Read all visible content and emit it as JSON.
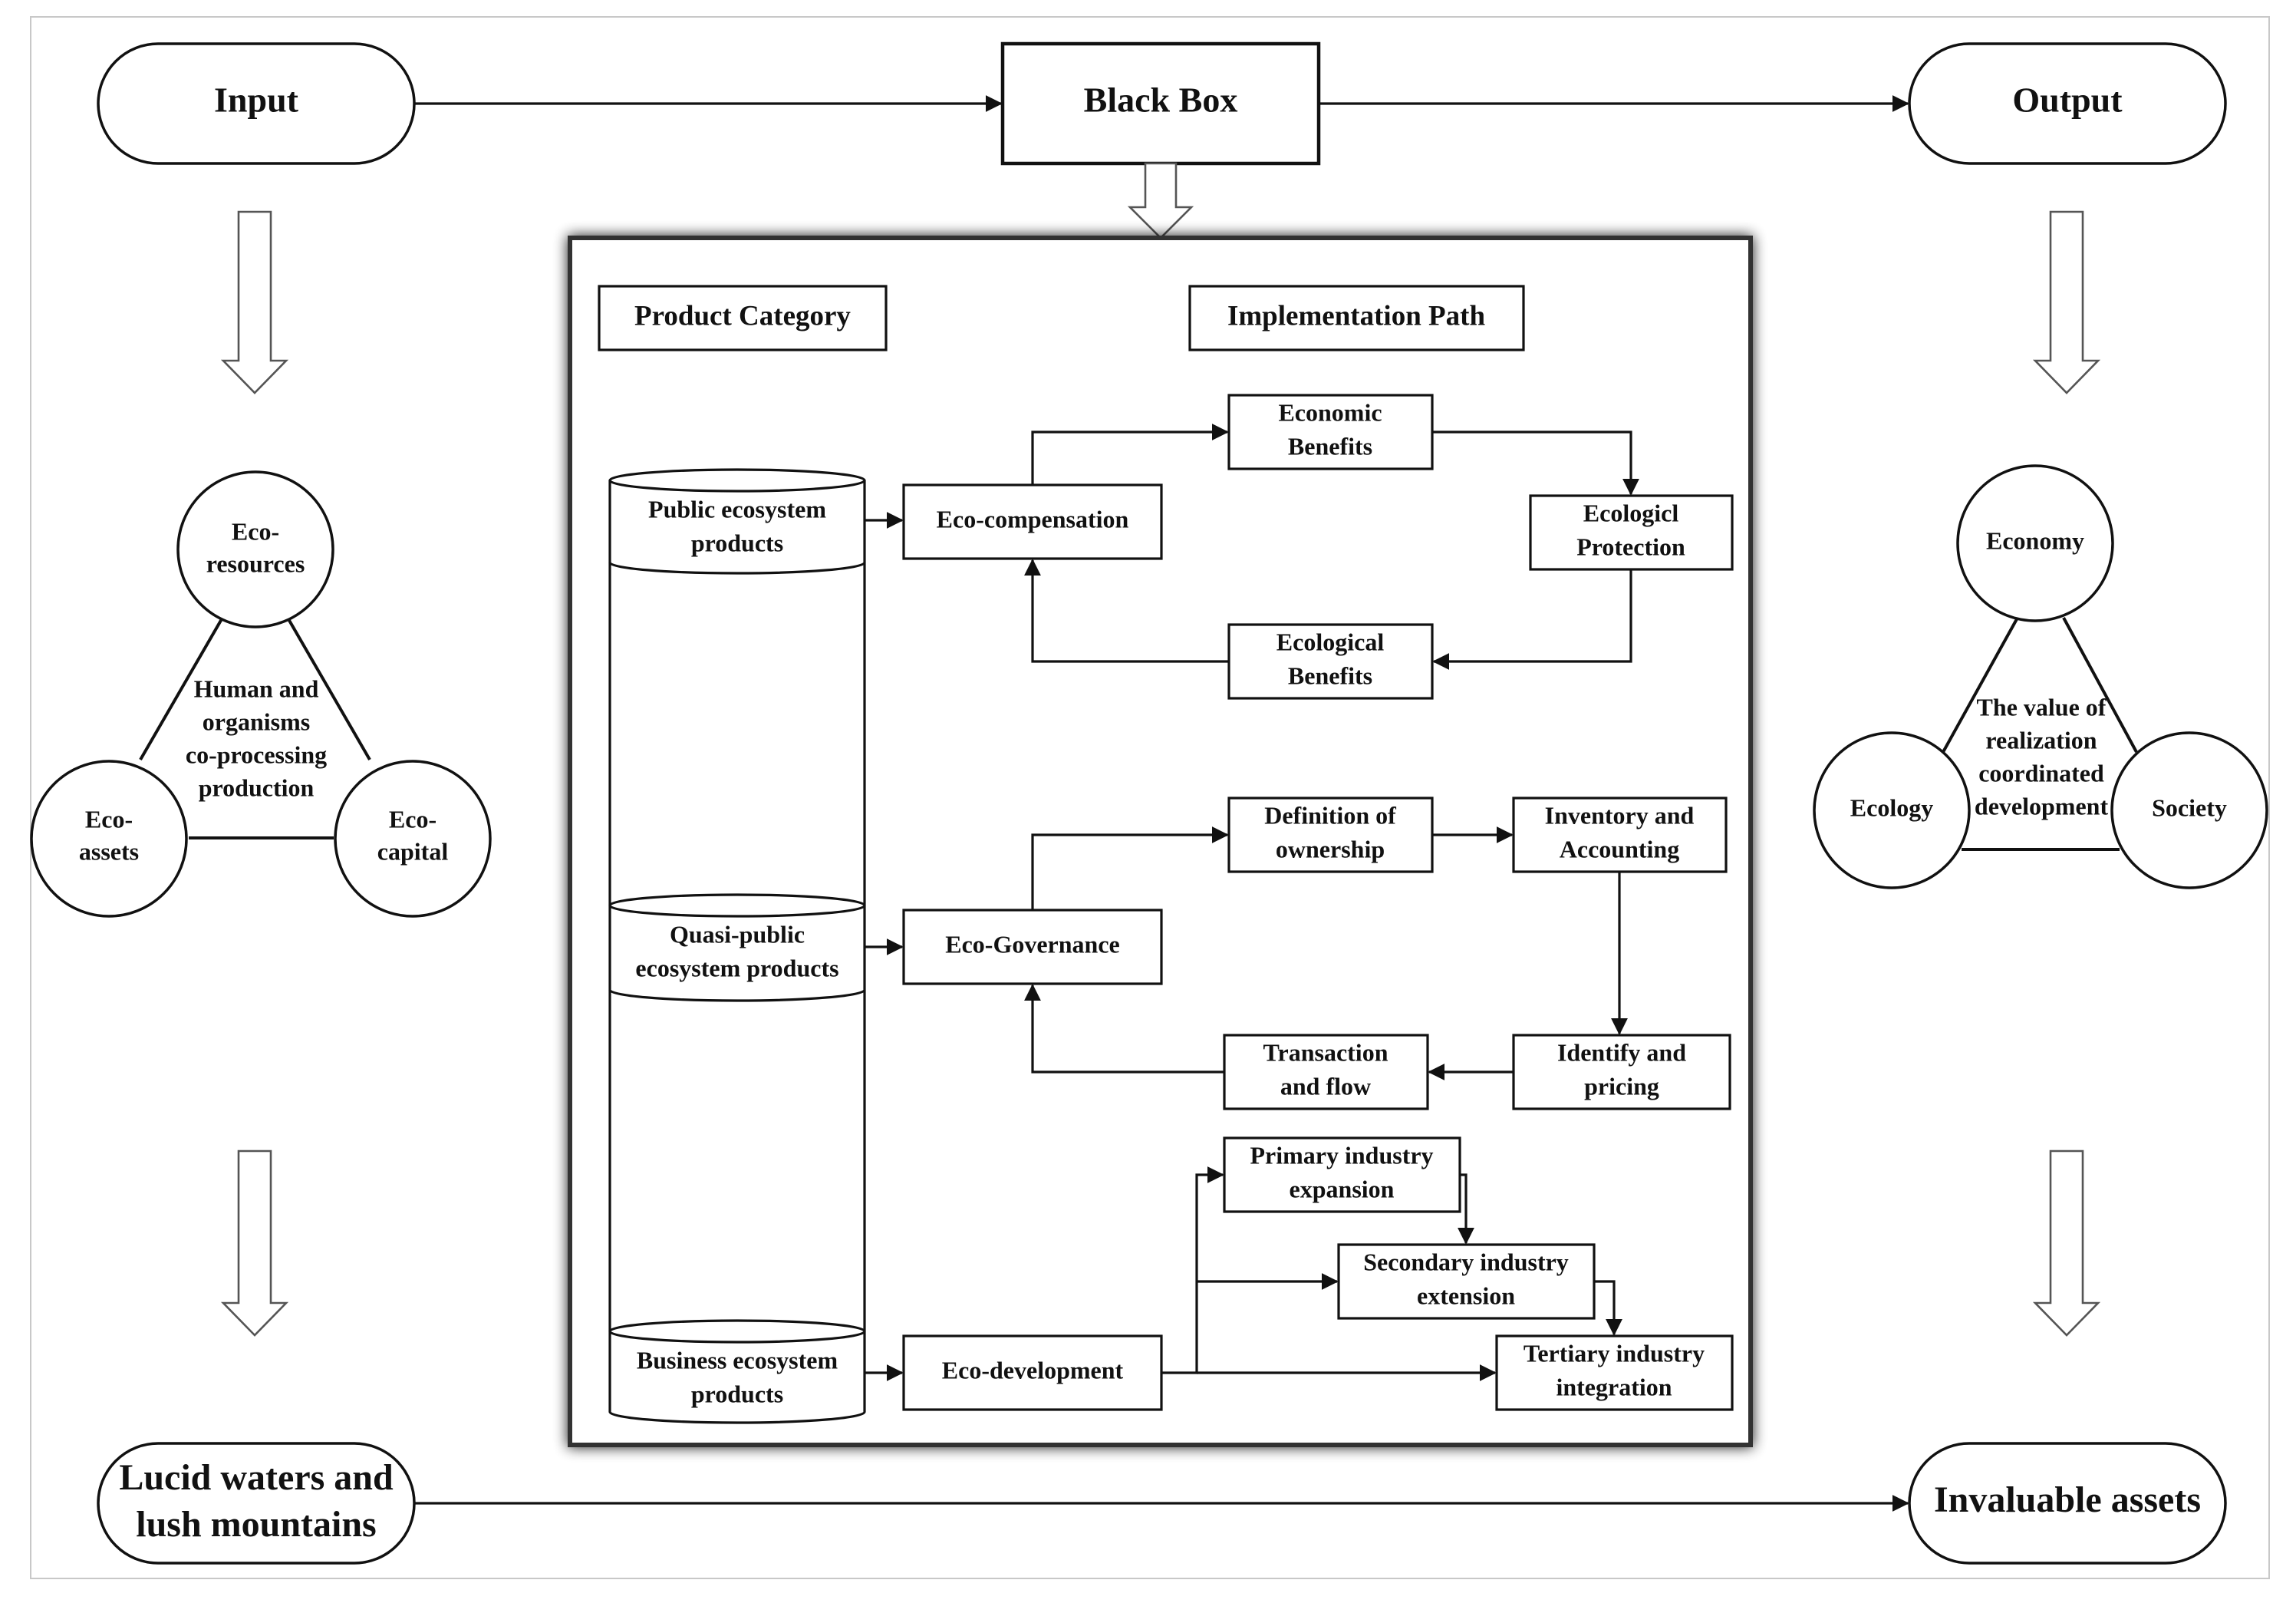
{
  "input_label": "Input",
  "black_box_label": "Black Box",
  "output_label": "Output",
  "left_triangle": {
    "top": [
      "Eco-",
      "resources"
    ],
    "left": [
      "Eco-",
      "assets"
    ],
    "right": [
      "Eco-",
      "capital"
    ],
    "center": [
      "Human and",
      "organisms",
      "co-processing",
      "production"
    ]
  },
  "right_triangle": {
    "top": "Economy",
    "left": "Ecology",
    "right": "Society",
    "center": [
      "The value of",
      "realization",
      "coordinated",
      "development"
    ]
  },
  "bottom_left": [
    "Lucid waters and",
    "lush mountains"
  ],
  "bottom_right": "Invaluable assets",
  "panel": {
    "product_category_header": "Product Category",
    "implementation_path_header": "Implementation Path",
    "products": {
      "public": [
        "Public ecosystem",
        "products"
      ],
      "quasi": [
        "Quasi-public",
        "ecosystem products"
      ],
      "business": [
        "Business ecosystem",
        "products"
      ]
    },
    "compensation": {
      "label": "Eco-compensation",
      "economic": [
        "Economic",
        "Benefits"
      ],
      "protection": [
        "Ecologicl",
        "Protection"
      ],
      "ecological": [
        "Ecological",
        "Benefits"
      ]
    },
    "governance": {
      "label": "Eco-Governance",
      "ownership": [
        "Definition of",
        "ownership"
      ],
      "inventory": [
        "Inventory and",
        "Accounting"
      ],
      "pricing": [
        "Identify and",
        "pricing"
      ],
      "transaction": [
        "Transaction",
        "and flow"
      ]
    },
    "development": {
      "label": "Eco-development",
      "primary": [
        "Primary industry",
        "expansion"
      ],
      "secondary": [
        "Secondary industry",
        "extension"
      ],
      "tertiary": [
        "Tertiary industry",
        "integration"
      ]
    }
  }
}
